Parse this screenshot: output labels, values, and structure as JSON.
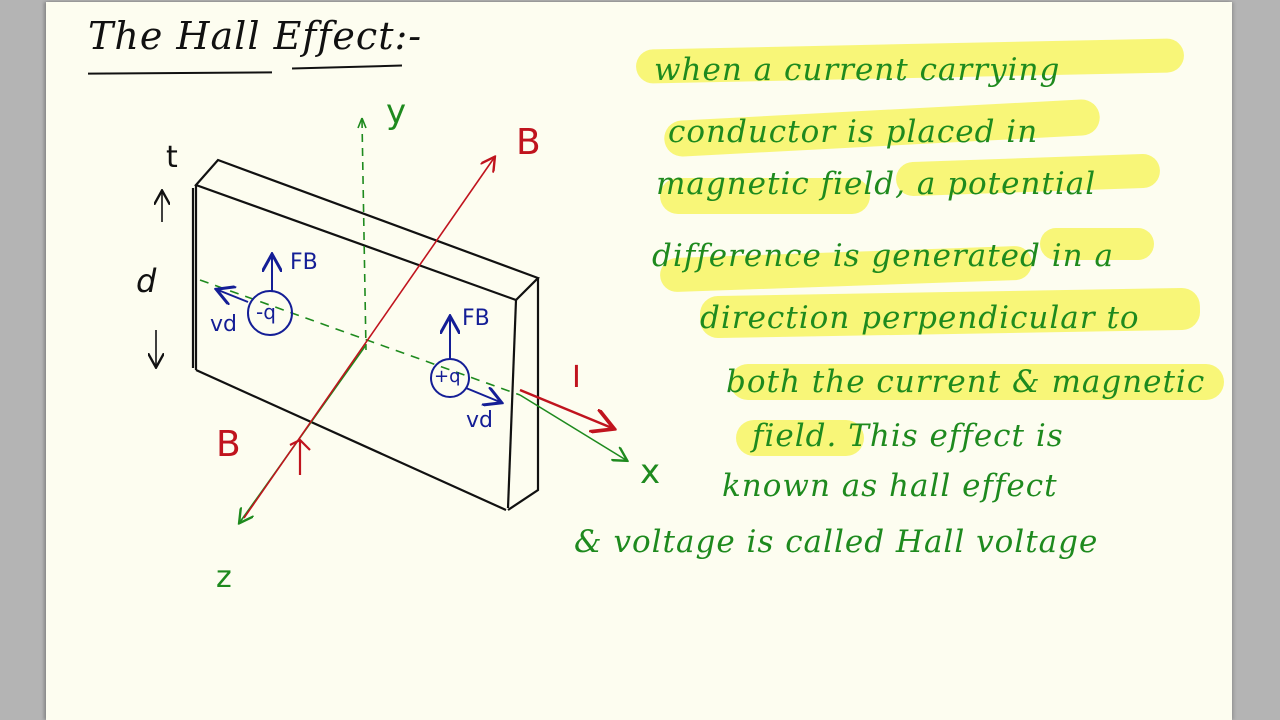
{
  "title": "The Hall Effect:-",
  "colors": {
    "background": "#b4b4b4",
    "page": "#fdfdf0",
    "ink_black": "#111111",
    "ink_green": "#1e8a1e",
    "ink_red": "#c0141e",
    "ink_blue": "#141e96",
    "highlight": "#f7f56a"
  },
  "diagram": {
    "labels": {
      "y_axis": "y",
      "x_axis": "x",
      "z_axis": "z",
      "b_top": "B",
      "b_bottom": "B",
      "current": "I",
      "thickness": "t",
      "width": "d",
      "force_left": "FB",
      "force_right": "FB",
      "drift_left": "vd",
      "drift_right": "vd",
      "charge_left": "-q",
      "charge_right": "+q"
    }
  },
  "definition": {
    "lines": [
      "when a current carrying",
      "conductor is placed in",
      "magnetic field, a potential",
      "difference is generated in a",
      "direction perpendicular to",
      "both the current & magnetic",
      "field. This effect is",
      "known as hall effect",
      "& voltage is called Hall voltage"
    ]
  }
}
